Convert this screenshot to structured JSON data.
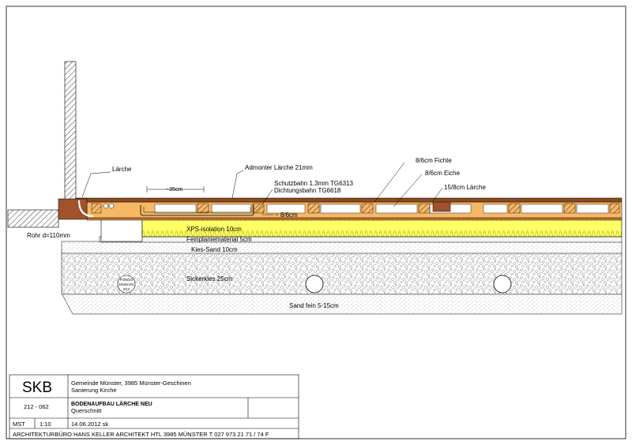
{
  "drawing": {
    "labels": {
      "laerche_edge": "Lärche",
      "admonter": "Admonter Lärche 21mm",
      "spacing": "~35cm",
      "schutzbahn": "Schutzbahn 1.3mm TG6313",
      "dichtungsbahn": "Dichtungsbahn TG6618",
      "fichte": "8/6cm Fichte",
      "eiche": "8/6cm Eiche",
      "laerche_15": "15/8cm Lärche",
      "approx_6": "~ 8/6cm",
      "xps": "XPS-isolation 10cm",
      "feinplanie": "Feinplaniematerial 5cm",
      "rohr": "Rohr d=110mm",
      "kies_sand": "Kies-Sand 10cm",
      "sickerkies": "Sickerkies 25cm",
      "sand": "Sand fein 5-15cm",
      "tag_line1": "FONDO",
      "tag_line2": "Drainrohr",
      "tag_line3": "2/12"
    }
  },
  "title_block": {
    "logo": "SKB",
    "client_line1": "Gemeinde Münster, 3985 Münster-Geschinen",
    "client_line2": "Sanierung Kirche",
    "plan_number": "212 - 062",
    "title": "BODENAUFBAU LÄRCHE NEU",
    "subtitle": "Querschnitt",
    "scale_label": "MST",
    "scale_value": "1:10",
    "date": "14.06.2012 sk",
    "footer": "ARCHITEKTURBÜRO HANS KELLER    ARCHITEKT HTL    3985 MÜNSTER    T 027 973 21 71  /  74 F"
  }
}
